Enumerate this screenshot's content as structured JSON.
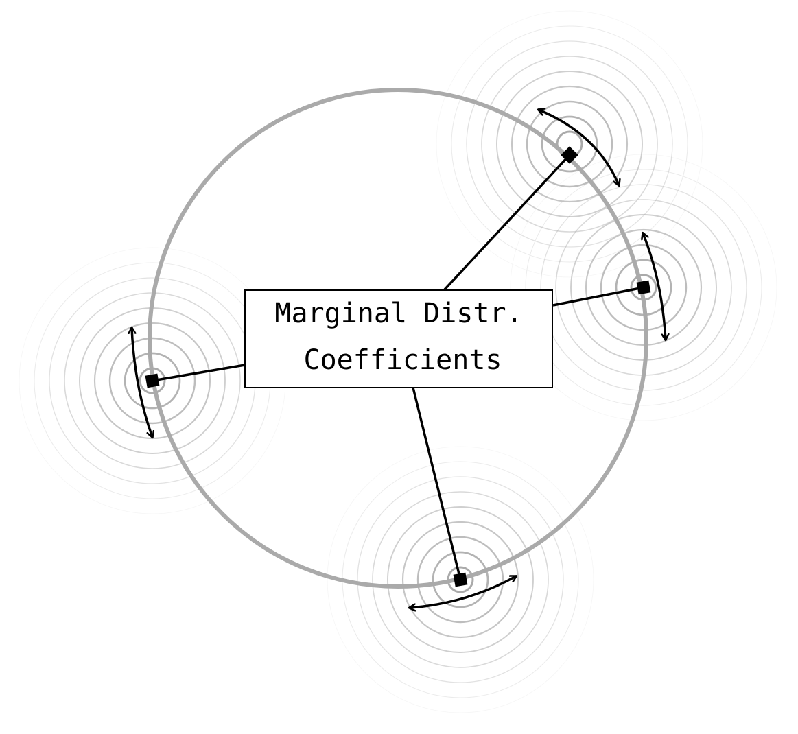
{
  "label": {
    "line1": "Marginal Distr.",
    "line2": "Coefficients"
  },
  "colors": {
    "background": "#ffffff",
    "main_circle": "#aaaaaa",
    "ripple": "#aaaaaa",
    "ink": "#000000"
  },
  "nodes": [
    {
      "name": "node-top-right"
    },
    {
      "name": "node-right"
    },
    {
      "name": "node-left"
    },
    {
      "name": "node-bottom"
    }
  ]
}
